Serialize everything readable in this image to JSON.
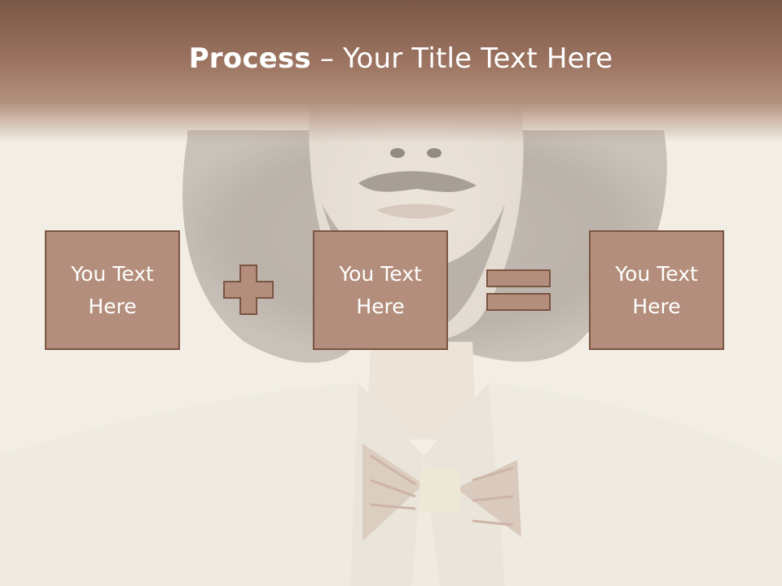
{
  "title": {
    "bold": "Process",
    "rest": " – Your Title Text Here"
  },
  "process": {
    "box1": {
      "text": "You Text Here"
    },
    "box2": {
      "text": "You Text Here"
    },
    "box3": {
      "text": "You Text Here"
    }
  },
  "operators": {
    "first": "plus-icon",
    "second": "equals-icon"
  },
  "colors": {
    "title_band": "#9d7562",
    "box_fill": "#b38e7c",
    "box_border": "#7b5442",
    "text": "#ffffff"
  }
}
